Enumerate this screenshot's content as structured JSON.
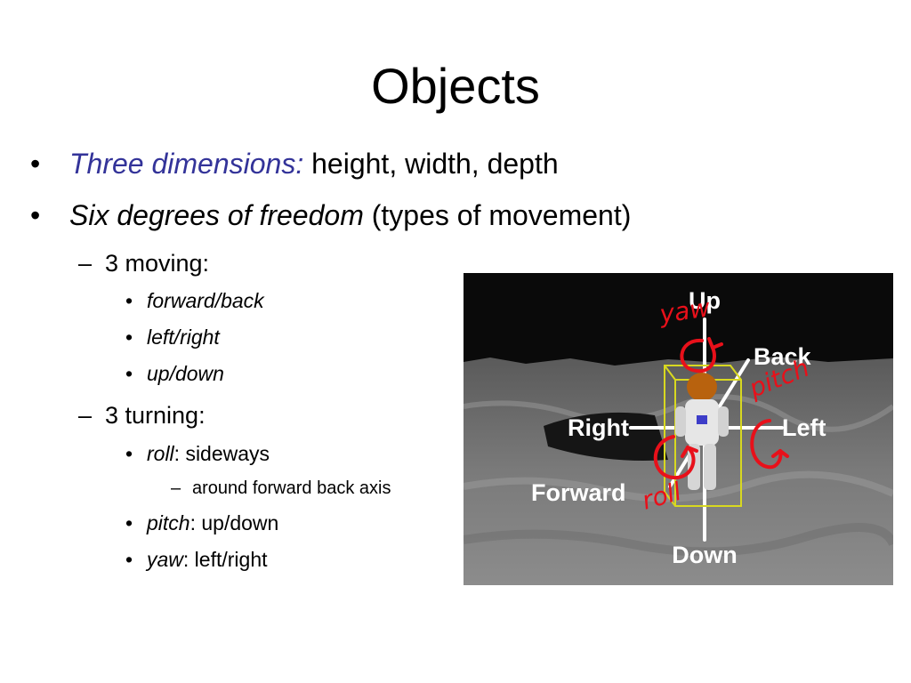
{
  "slide": {
    "title": "Objects",
    "bullets": [
      {
        "marker": "•",
        "em": "Three dimensions:",
        "rest": " height, width, depth"
      },
      {
        "marker": "•",
        "em": "Six degrees of freedom",
        "rest": " (types of movement)"
      }
    ],
    "moving": {
      "marker": "–",
      "label": "3 moving:",
      "items": [
        {
          "marker": "•",
          "em": "forward/back"
        },
        {
          "marker": "•",
          "em": "left/right"
        },
        {
          "marker": "•",
          "em": "up/down"
        }
      ]
    },
    "turning": {
      "marker": "–",
      "label": "3 turning:",
      "items": [
        {
          "marker": "•",
          "em": "roll",
          "rest": ": sideways"
        },
        {
          "marker": "–",
          "text": "around forward back axis"
        },
        {
          "marker": "•",
          "em": "pitch",
          "rest": ": up/down"
        },
        {
          "marker": "•",
          "em": "yaw",
          "rest": ": left/right"
        }
      ]
    }
  },
  "figure": {
    "labels": {
      "up": "Up",
      "down": "Down",
      "back": "Back",
      "left": "Left",
      "right": "Right",
      "forward": "Forward"
    },
    "annotations": {
      "yaw": "yaw",
      "pitch": "pitch",
      "roll": "roll"
    },
    "colors": {
      "annotation": "#e8101a",
      "box": "#d8d820"
    }
  }
}
